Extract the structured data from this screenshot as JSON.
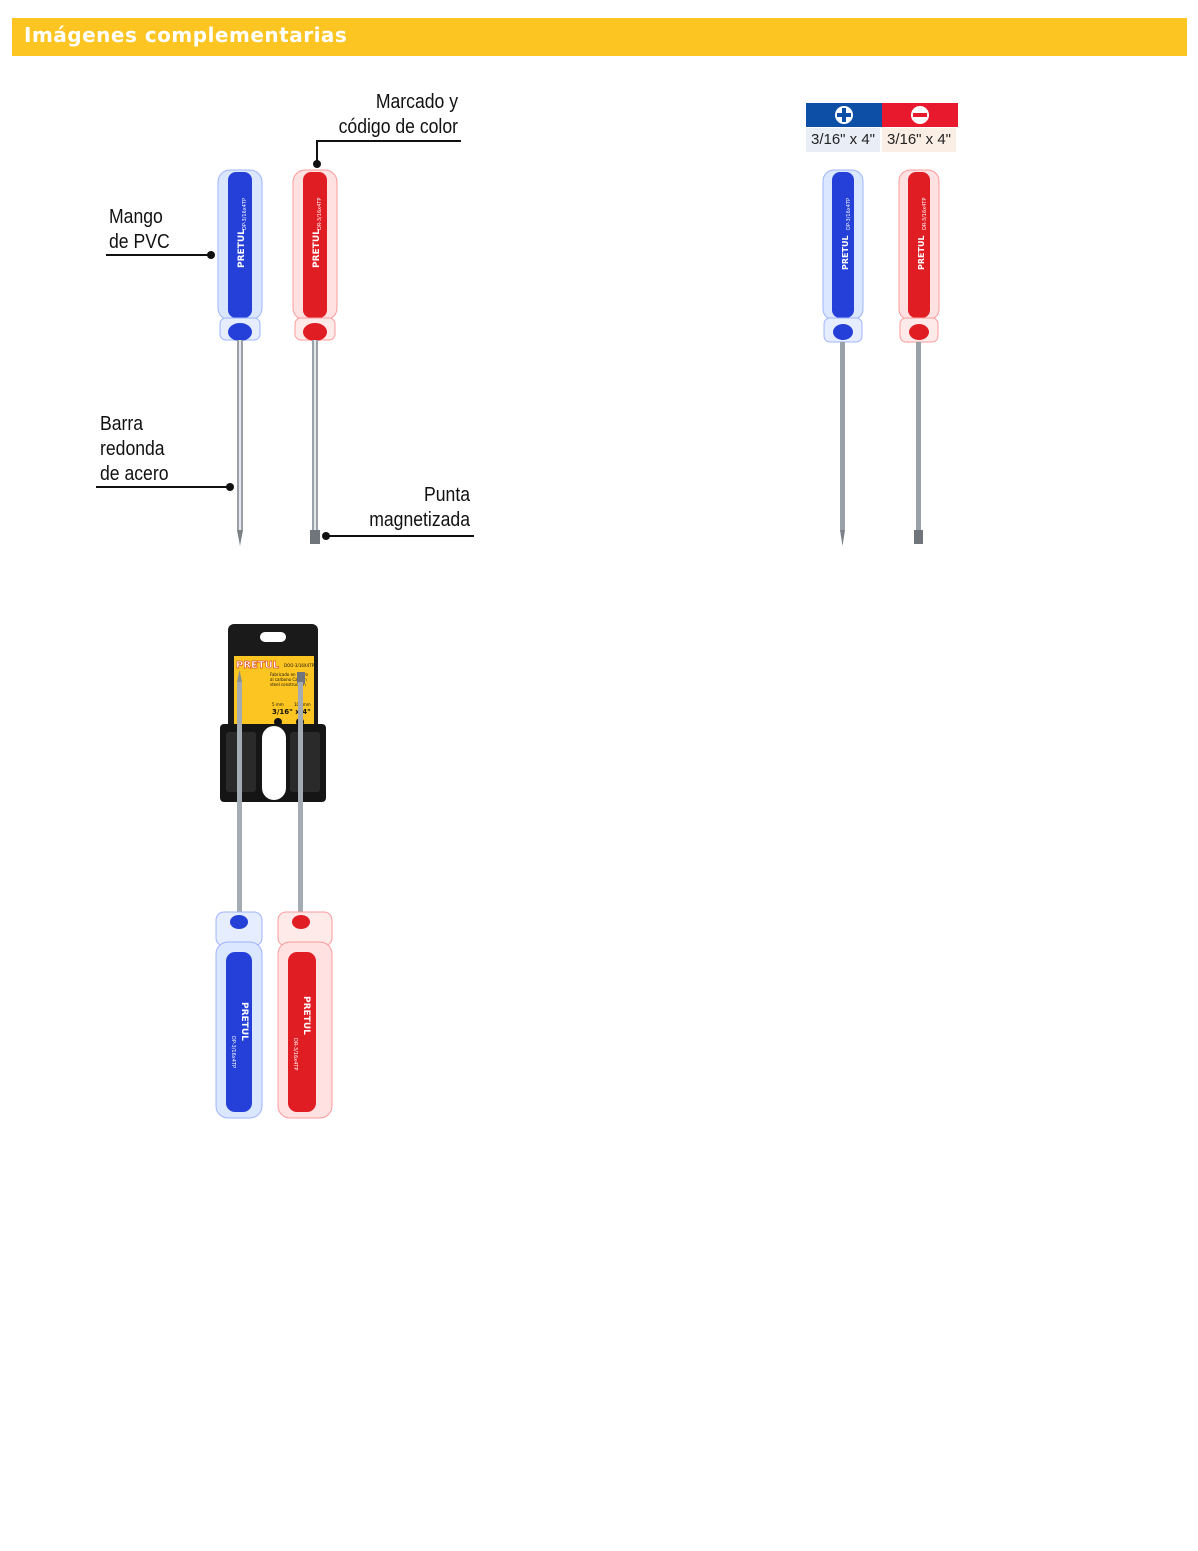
{
  "header": {
    "title": "Imágenes complementarias"
  },
  "callouts": {
    "marking": "Marcado y\ncódigo de color",
    "handle": "Mango\nde PVC",
    "bar": "Barra\nredonda\nde acero",
    "tip": "Punta\nmagnetizada"
  },
  "size_chart": {
    "phillips": {
      "size": "3/16\" x 4\"",
      "color": "#0d4ea6",
      "icon": "phillips-icon"
    },
    "slotted": {
      "size": "3/16\" x 4\"",
      "color": "#e8192c",
      "icon": "slotted-icon"
    }
  },
  "screwdrivers": {
    "brand": "PRETUL",
    "phillips_code": "DP-3/16x4TP",
    "slotted_code": "DR-3/16x4TP"
  },
  "package": {
    "brand": "PRETUL",
    "code": "DOO-3/16X4TP",
    "text": "Fabricado en acero al carbono Carbon steel construction",
    "size": "3/16\" x 4\"",
    "metric_left": "5 mm",
    "metric_right": "100 mm"
  },
  "colors": {
    "header": "#fcc521",
    "blue": "#1f3fd1",
    "red": "#e11d24"
  }
}
